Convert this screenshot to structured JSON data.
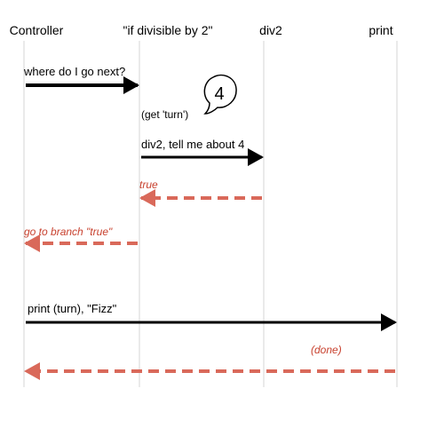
{
  "lanes": [
    {
      "label": "Controller"
    },
    {
      "label": "\"if divisible by 2\""
    },
    {
      "label": "div2"
    },
    {
      "label": "print"
    }
  ],
  "messages": [
    {
      "label": "where do I go next?",
      "from": 0,
      "to": 1,
      "kind": "call"
    },
    {
      "label": "div2, tell me about 4",
      "from": 1,
      "to": 2,
      "kind": "call"
    },
    {
      "label": "true",
      "from": 2,
      "to": 1,
      "kind": "return"
    },
    {
      "label": "go to branch \"true\"",
      "from": 1,
      "to": 0,
      "kind": "return"
    },
    {
      "label": "print (turn), \"Fizz\"",
      "from": 0,
      "to": 3,
      "kind": "call"
    },
    {
      "label": "(done)",
      "from": 3,
      "to": 0,
      "kind": "return"
    }
  ],
  "note": {
    "label": "(get 'turn')"
  },
  "bubble": {
    "value": "4"
  },
  "colors": {
    "lifeline": "#d6d6d6",
    "call": "#000000",
    "return": "#d9695a",
    "return_text": "#c8412e"
  }
}
